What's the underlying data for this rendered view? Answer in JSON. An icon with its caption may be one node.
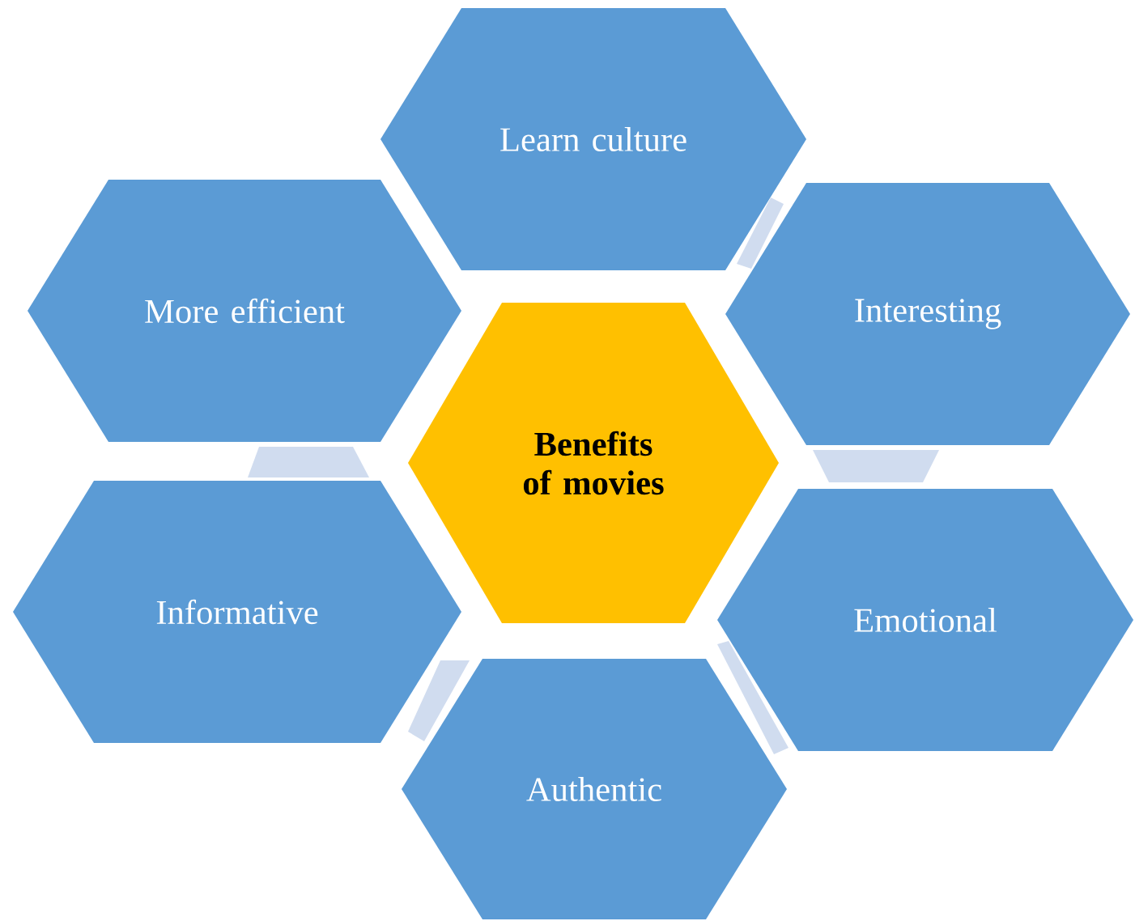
{
  "diagram": {
    "nodes": [
      {
        "text": [
          "Learn culture"
        ]
      },
      {
        "text": [
          "More efficient"
        ]
      },
      {
        "text": [
          "Interesting"
        ]
      },
      {
        "text": [
          "Benefits of movies"
        ]
      },
      {
        "text": [
          "Informative"
        ]
      },
      {
        "text": [
          "Emotional"
        ]
      },
      {
        "text": [
          "Authentic"
        ]
      },
      {
        "text": [],
        "shape": "box"
      },
      {
        "text": [],
        "shape": "box"
      },
      {
        "text": [],
        "shape": "box"
      },
      {
        "text": [],
        "shape": "box"
      },
      {
        "text": [],
        "shape": "box"
      }
    ]
  }
}
